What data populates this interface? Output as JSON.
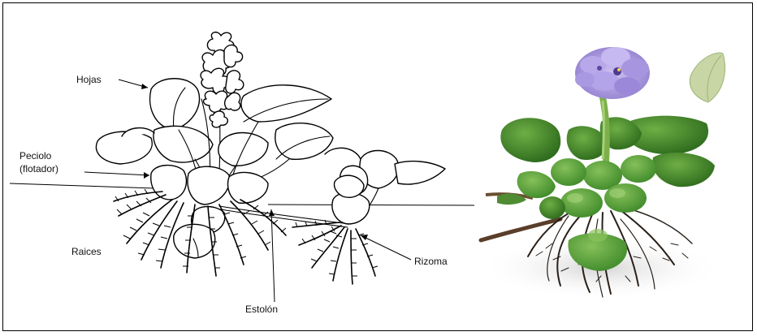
{
  "labels": {
    "hojas": "Hojas",
    "peciolo_line1": "Peciolo",
    "peciolo_line2": "(flotador)",
    "raices": "Raices",
    "estolon": "Estolón",
    "rizoma": "Rizoma"
  },
  "colors": {
    "border": "#000000",
    "leaf_green": "#3f8a2a",
    "leaf_dark": "#2c6a1c",
    "flower": "#a997dc",
    "roots": "#2a211a"
  }
}
